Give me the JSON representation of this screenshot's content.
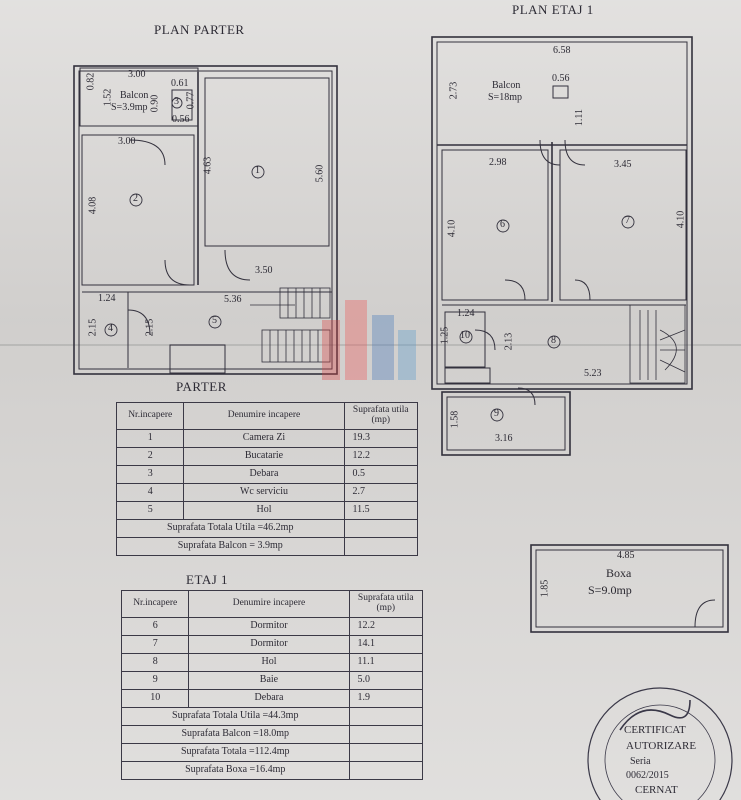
{
  "headings": {
    "plan_parter": "PLAN PARTER",
    "plan_etaj": "PLAN ETAJ 1",
    "parter": "PARTER",
    "etaj": "ETAJ 1"
  },
  "parter_plan": {
    "balcon_label": "Balcon",
    "balcon_area": "S=3.9mp",
    "dims": [
      "3.00",
      "0.82",
      "1.52",
      "0.61",
      "0.90",
      "0.77",
      "0.56",
      "3.00",
      "4.63",
      "5.60",
      "4.08",
      "3.50",
      "5.36",
      "1.24",
      "2.15",
      "2.15"
    ],
    "room_numbers": [
      "1",
      "2",
      "3",
      "4",
      "5"
    ]
  },
  "etaj_plan": {
    "balcon_label": "Balcon",
    "balcon_area": "S=18mp",
    "dims": [
      "6.58",
      "0.56",
      "2.73",
      "1.11",
      "2.98",
      "3.45",
      "4.10",
      "4.10",
      "1.24",
      "1.25",
      "2.13",
      "5.23",
      "1.58",
      "3.16"
    ],
    "room_numbers": [
      "6",
      "7",
      "8",
      "9",
      "10"
    ]
  },
  "parter_table": {
    "headers": [
      "Nr.incapere",
      "Denumire incapere",
      "Suprafata utila (mp)"
    ],
    "rows": [
      [
        "1",
        "Camera Zi",
        "19.3"
      ],
      [
        "2",
        "Bucatarie",
        "12.2"
      ],
      [
        "3",
        "Debara",
        "0.5"
      ],
      [
        "4",
        "Wc serviciu",
        "2.7"
      ],
      [
        "5",
        "Hol",
        "11.5"
      ]
    ],
    "totals": [
      "Suprafata Totala Utila =46.2mp",
      "Suprafata Balcon = 3.9mp"
    ]
  },
  "etaj_table": {
    "headers": [
      "Nr.incapere",
      "Denumire incapere",
      "Suprafata utila (mp)"
    ],
    "rows": [
      [
        "6",
        "Dormitor",
        "12.2"
      ],
      [
        "7",
        "Dormitor",
        "14.1"
      ],
      [
        "8",
        "Hol",
        "11.1"
      ],
      [
        "9",
        "Baie",
        "5.0"
      ],
      [
        "10",
        "Debara",
        "1.9"
      ]
    ],
    "totals": [
      "Suprafata Totala Utila =44.3mp",
      "Suprafata Balcon =18.0mp",
      "Suprafata Totala =112.4mp",
      "Suprafata Boxa =16.4mp"
    ]
  },
  "boxa": {
    "width_dim": "4.85",
    "height_dim": "1.85",
    "label": "Boxa",
    "area": "S=9.0mp"
  },
  "stamp": {
    "line1": "CERTIFICAT",
    "line2": "AUTORIZARE",
    "line3": "Seria",
    "line4": "0062/2015",
    "line5": "CERNAT"
  },
  "colors": {
    "ink": "#2d2b35",
    "paper": "#d9d7d5"
  }
}
